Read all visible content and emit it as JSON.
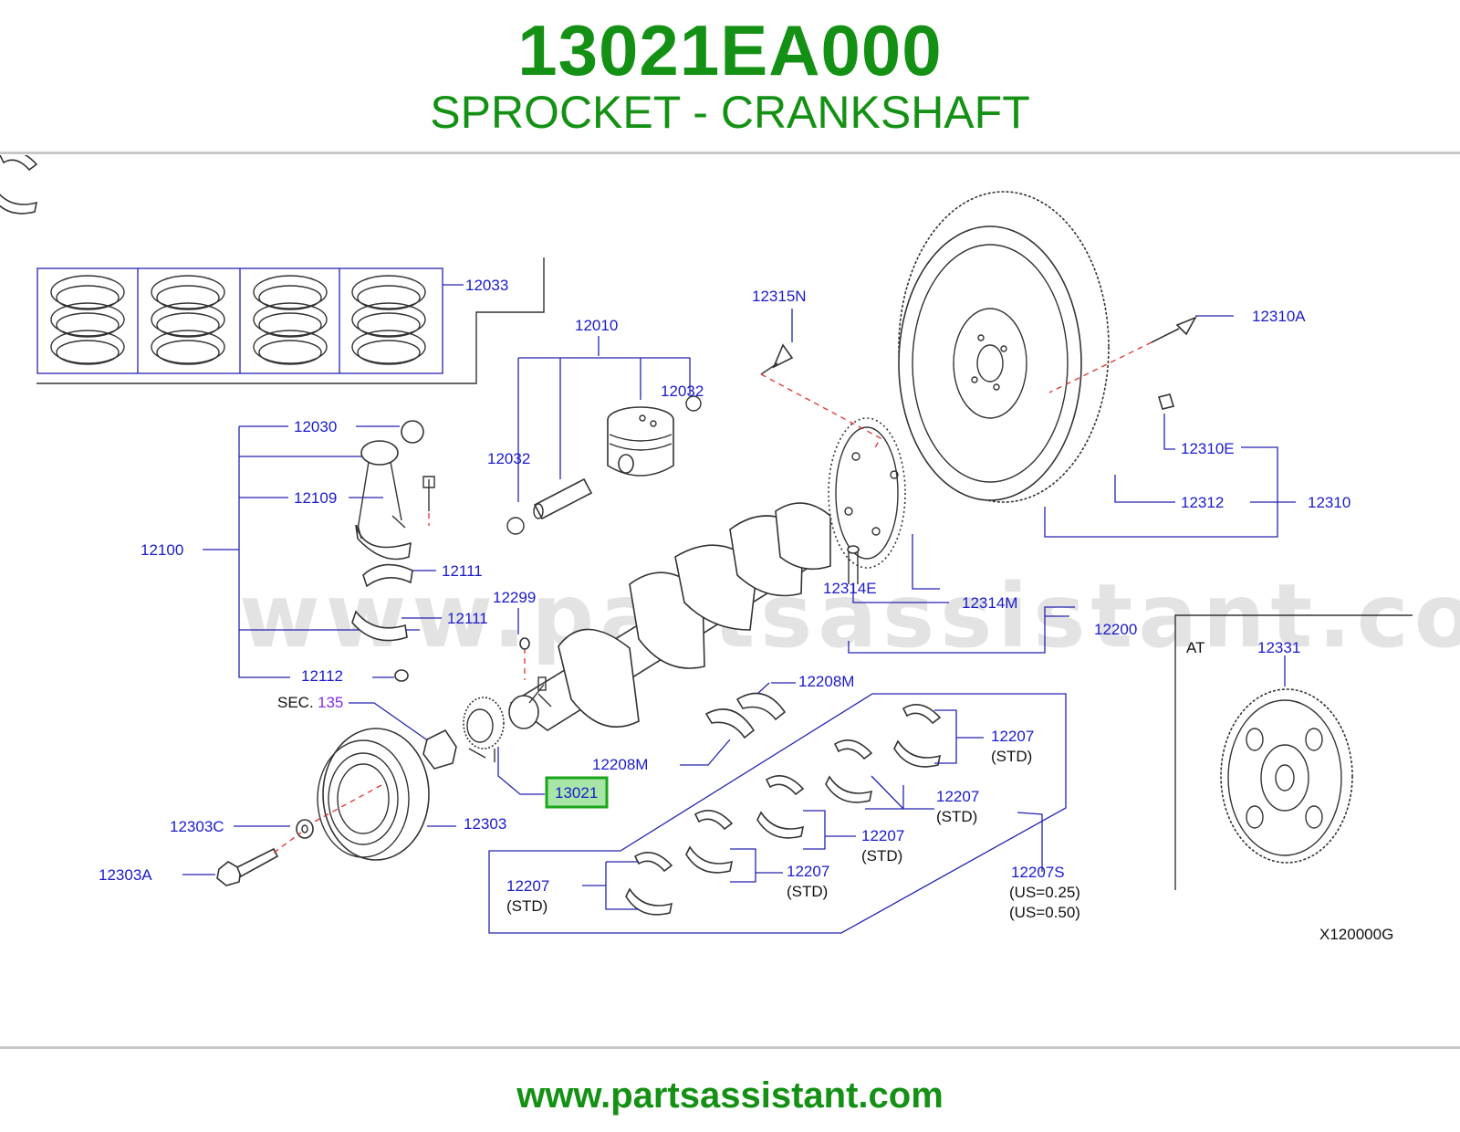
{
  "header": {
    "part_number": "13021EA000",
    "part_name": "SPROCKET - CRANKSHAFT"
  },
  "footer": {
    "website": "www.partsassistant.com"
  },
  "diagram": {
    "watermark": "www.partsassistant.com",
    "figure_code": "X120000G",
    "highlighted_callout": "13021",
    "sec_ref": {
      "prefix": "SEC.",
      "number": "135"
    },
    "at_label": "AT",
    "labels": {
      "l12033": "12033",
      "l12010": "12010",
      "l12032a": "12032",
      "l12032b": "12032",
      "l12030": "12030",
      "l12109": "12109",
      "l12100": "12100",
      "l12111a": "12111",
      "l12111b": "12111",
      "l12112": "12112",
      "l12299": "12299",
      "l12315N": "12315N",
      "l12310A": "12310A",
      "l12310E": "12310E",
      "l12312": "12312",
      "l12310": "12310",
      "l12314E": "12314E",
      "l12314M": "12314M",
      "l12200": "12200",
      "l12331": "12331",
      "l12208Ma": "12208M",
      "l12208Mb": "12208M",
      "l12207a": "12207",
      "l12207b": "12207",
      "l12207c": "12207",
      "l12207d": "12207",
      "l12207e": "12207",
      "l12207S": "12207S",
      "l12303C": "12303C",
      "l12303": "12303",
      "l12303A": "12303A"
    },
    "qualifiers": {
      "std_a": "(STD)",
      "std_b": "(STD)",
      "std_c": "(STD)",
      "std_d": "(STD)",
      "std_e": "(STD)",
      "us025": "(US=0.25)",
      "us050": "(US=0.50)"
    },
    "colors": {
      "header_green": "#149114",
      "callout_blue": "#1a1acc",
      "highlight_box": "#1aa51a",
      "highlight_fill": "#a8e6a8"
    }
  }
}
